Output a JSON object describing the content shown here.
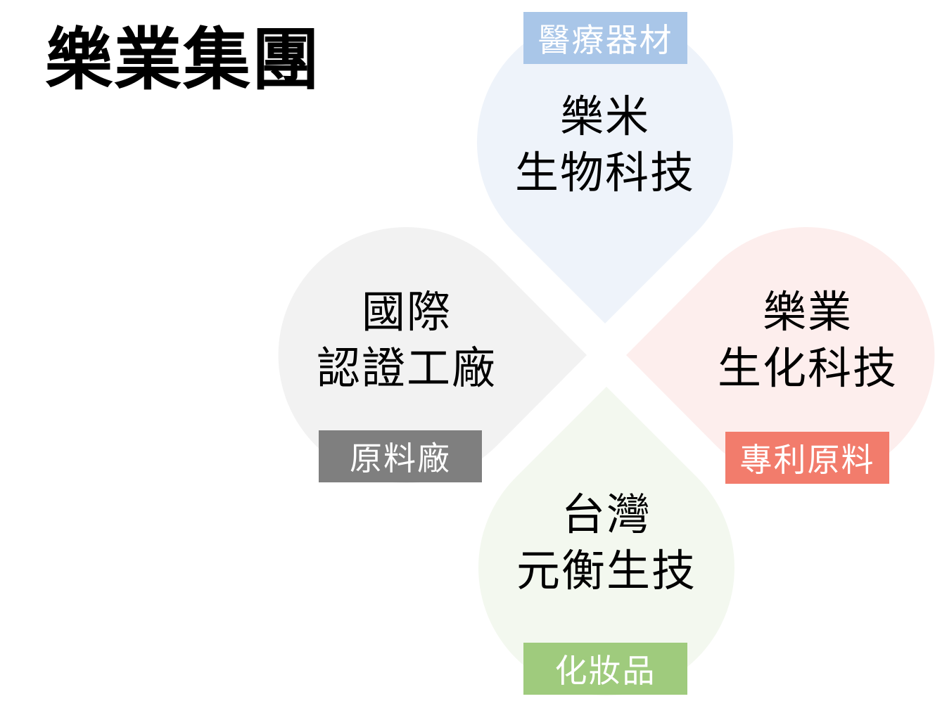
{
  "title": "樂業集團",
  "colors": {
    "top_petal": "#eef3fa",
    "right_petal": "#fdeeed",
    "bottom_petal": "#f3f8ef",
    "left_petal": "#f2f2f2",
    "top_tag": "#a9c6e8",
    "right_tag": "#f27c6c",
    "bottom_tag": "#9fcb7d",
    "left_tag": "#7f7f7f"
  },
  "petals": [
    {
      "id": "top",
      "lines": [
        "樂米",
        "生物科技"
      ],
      "tag": "醫療器材"
    },
    {
      "id": "right",
      "lines": [
        "樂業",
        "生化科技"
      ],
      "tag": "專利原料"
    },
    {
      "id": "bottom",
      "lines": [
        "台灣",
        "元衡生技"
      ],
      "tag": "化妝品"
    },
    {
      "id": "left",
      "lines": [
        "國際",
        "認證工廠"
      ],
      "tag": "原料廠"
    }
  ]
}
